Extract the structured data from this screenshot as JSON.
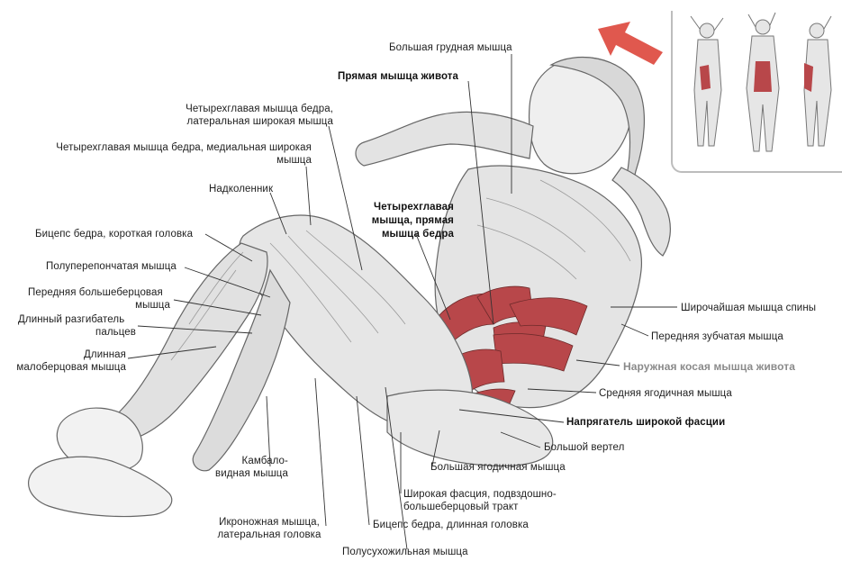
{
  "labels": {
    "pectoralis_major": "Большая грудная мышца",
    "rectus_abdominis": "Прямая мышца живота",
    "vastus_lateralis_1": "Четырехглавая мышца бедра,",
    "vastus_lateralis_2": "латеральная широкая мышца",
    "vastus_medialis_1": "Четырехглавая мышца бедра, медиальная широкая",
    "vastus_medialis_2": "мышца",
    "patella": "Надколенник",
    "rectus_femoris_1": "Четырехглавая",
    "rectus_femoris_2": "мышца, прямая",
    "rectus_femoris_3": "мышца бедра",
    "biceps_short": "Бицепс бедра, короткая головка",
    "semimembranosus": "Полуперепончатая мышца",
    "tibialis_anterior_1": "Передняя большеберцовая",
    "tibialis_anterior_2": "мышца",
    "extensor_digitorum_1": "Длинный разгибатель",
    "extensor_digitorum_2": "пальцев",
    "peroneus_1": "Длинная",
    "peroneus_2": "малоберцовая мышца",
    "latissimus": "Широчайшая мышца спины",
    "serratus": "Передняя зубчатая мышца",
    "external_oblique": "Наружная косая мышца живота",
    "gluteus_medius": "Средняя ягодичная мышца",
    "tensor_fasciae": "Напрягатель широкой фасции",
    "greater_trochanter": "Большой вертел",
    "gluteus_maximus": "Большая ягодичная мышца",
    "soleus_1": "Камбало-",
    "soleus_2": "видная мышца",
    "iliotibial_1": "Широкая фасция, подвздошно-",
    "iliotibial_2": "большеберцовый тракт",
    "gastrocnemius_1": "Икроножная мышца,",
    "gastrocnemius_2": "латеральная головка",
    "biceps_long": "Бицепс бедра, длинная головка",
    "semitendinosus": "Полусухожильная мышца"
  },
  "colors": {
    "highlight_muscle": "#b8474a",
    "arrow": "#e0584e",
    "label_accent": "#8a8a8a",
    "leader_line": "#333333"
  },
  "icons": {
    "direction_arrow": "arrow-up-left-icon",
    "inset_figures": "anatomy-inset-figures"
  }
}
